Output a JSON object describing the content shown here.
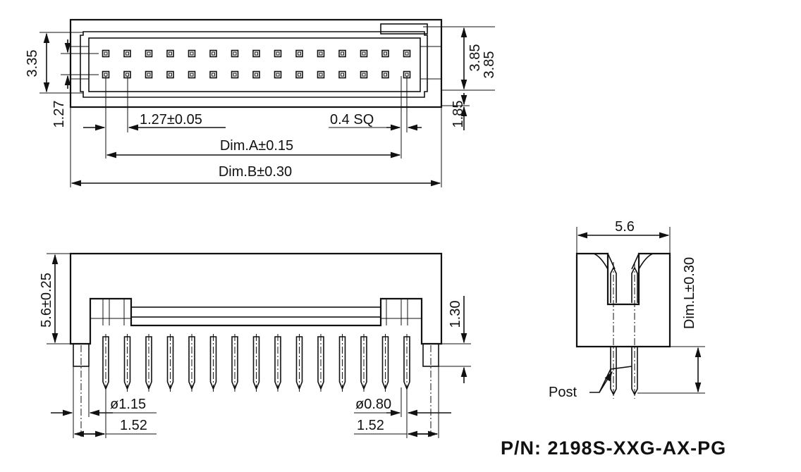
{
  "top_view": {
    "dim_335": "3.35",
    "dim_127_left": "1.27",
    "dim_385_a": "3.85",
    "dim_385_b": "3.85",
    "dim_185": "1.85",
    "pitch": "1.27±0.05",
    "pin_square": "0.4 SQ",
    "dim_a": "Dim.A±0.15",
    "dim_b": "Dim.B±0.30",
    "pins_per_row": 15
  },
  "front_view": {
    "height": "5.6±0.25",
    "dim_130": "1.30",
    "dia_post": "ø1.15",
    "dia_pin": "ø0.80",
    "dim_152_left": "1.52",
    "dim_152_right": "1.52",
    "pins": 15
  },
  "side_view": {
    "width": "5.6",
    "dim_l": "Dim.L±0.30",
    "post_label": "Post"
  },
  "part_number": "P/N: 2198S-XXG-AX-PG"
}
